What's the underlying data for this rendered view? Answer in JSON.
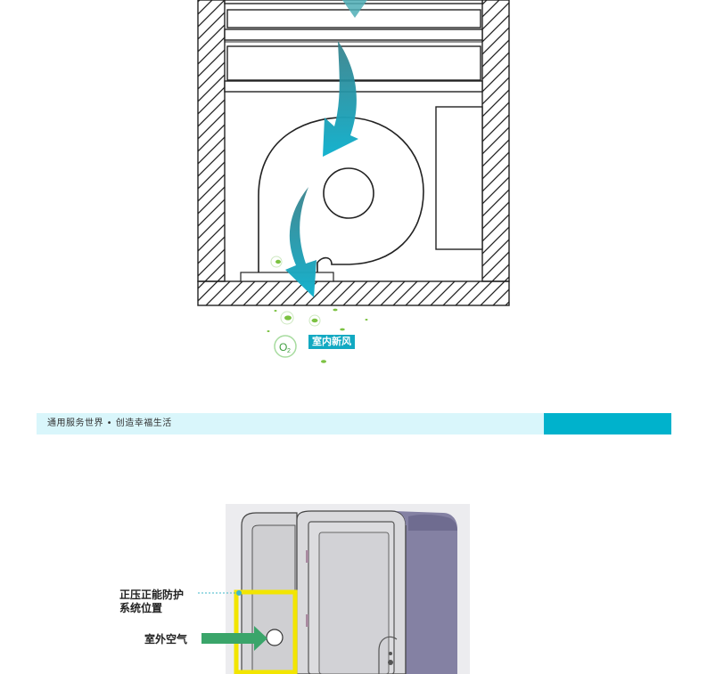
{
  "top_diagram": {
    "indoor_air_label": "室内新风",
    "o2_symbol": "O",
    "o2_subscript": "2",
    "colors": {
      "arrow_teal": "#0ea6c0",
      "arrow_dark": "#2f7c86",
      "leaf_green": "#7cc242",
      "label_bg": "#12a9c2"
    }
  },
  "banner": {
    "slogan": "通用服务世界 • 创造幸福生活",
    "background": "#d9f6fb",
    "accent": "#00b2cc"
  },
  "bottom_diagram": {
    "system_position_label_line1": "正压正能防护",
    "system_position_label_line2": "系统位置",
    "outdoor_air_label": "室外空气",
    "colors": {
      "highlight_box": "#f2e500",
      "arrow_green": "#3aa56a",
      "side_panel": "#8481a3"
    }
  }
}
